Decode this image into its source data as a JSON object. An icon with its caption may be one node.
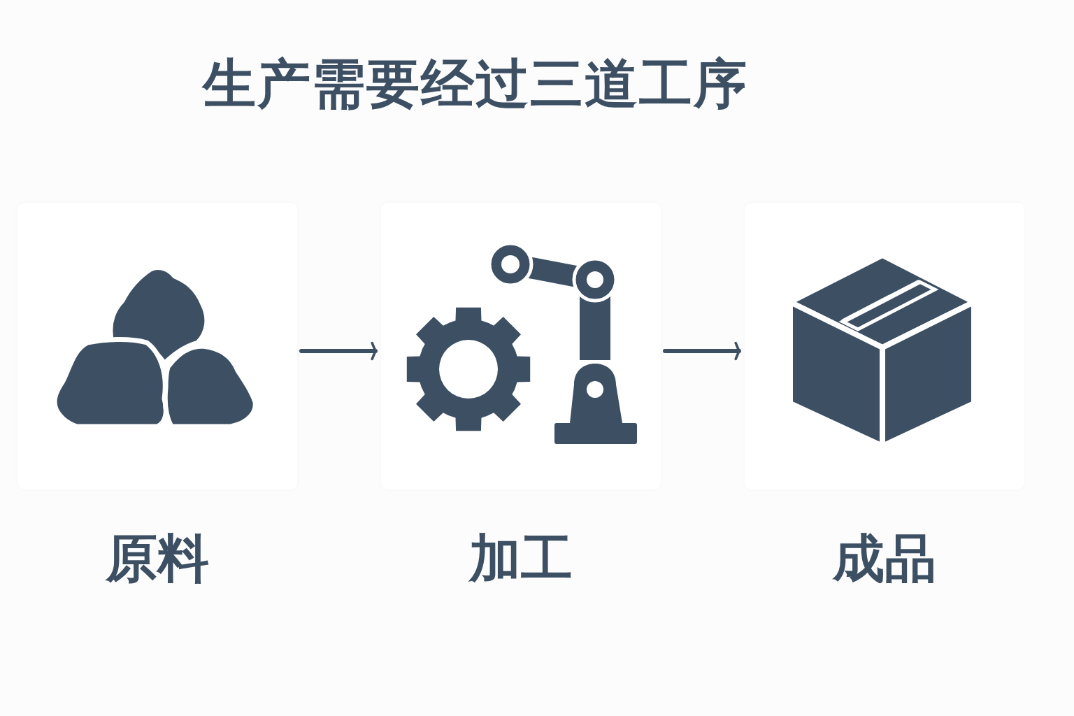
{
  "diagram": {
    "title": "生产需要经过三道工序",
    "nodes": [
      {
        "text": [
          "原料"
        ]
      },
      {
        "text": [
          "加工"
        ]
      },
      {
        "text": [
          "成品"
        ]
      }
    ],
    "edges": [
      {
        "from": 0,
        "to": 1,
        "arrow": "to"
      },
      {
        "from": 1,
        "to": 2,
        "arrow": "to"
      }
    ]
  }
}
